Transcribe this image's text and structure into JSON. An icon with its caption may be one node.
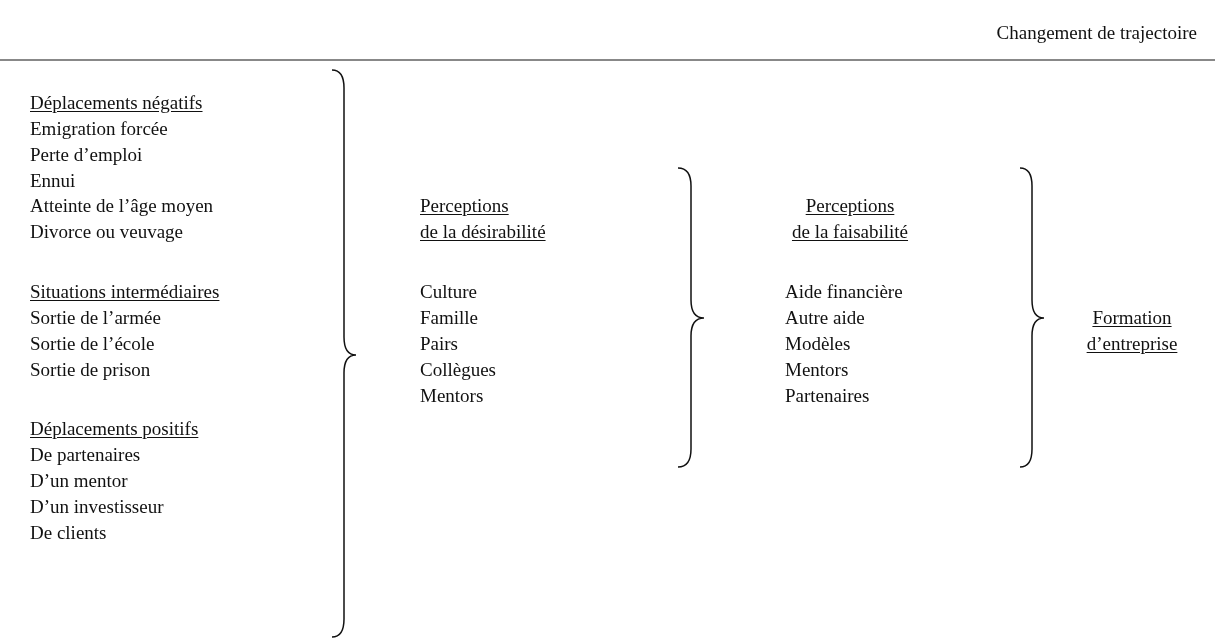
{
  "diagram": {
    "title": "Changement de trajectoire",
    "labels": [
      "Déplacements négatifs",
      "Emigration forcée",
      "Perte d’emploi",
      "Ennui",
      "Atteinte de l’âge moyen",
      "Divorce ou veuvage",
      "Situations intermédiaires",
      "Sortie de l’armée",
      "Sortie de l’école",
      "Sortie de prison",
      "Déplacements positifs",
      "De partenaires",
      "D’un mentor",
      "D’un investisseur",
      "De clients",
      "Perceptions de la désirabilité",
      "Culture",
      "Famille",
      "Pairs",
      "Collègues",
      "Mentors",
      "Perceptions de la faisabilité",
      "Aide financière",
      "Autre aide",
      "Modèles",
      "Mentors",
      "Partenaires",
      "Formation d’entreprise"
    ]
  }
}
